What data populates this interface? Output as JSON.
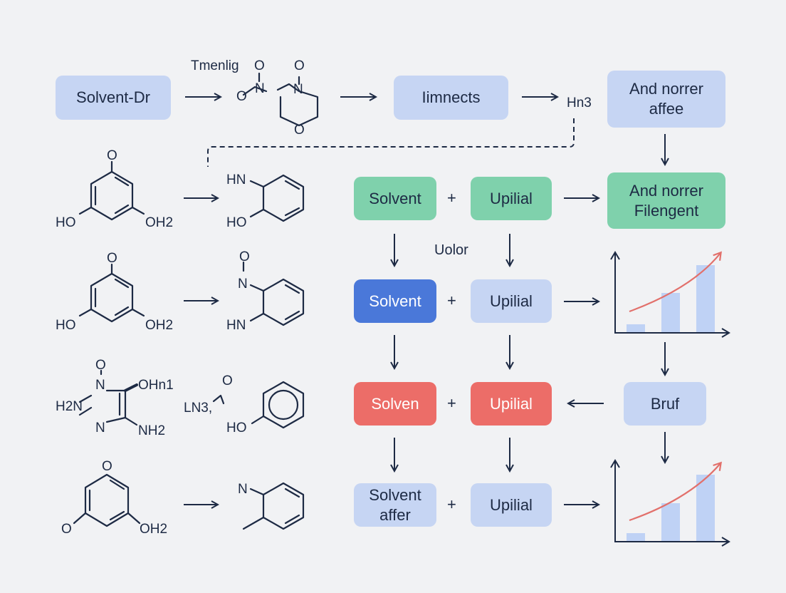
{
  "top_row": {
    "start_label": "Solvent-Dr",
    "reagent_note": "Tmenlig",
    "step_box": "Iimnects",
    "product_label": "Hn3",
    "final_box": "And norrer\naffee"
  },
  "mid_label": "Uolor",
  "plus_sign": "+",
  "rows": [
    {
      "left": "Solvent",
      "right": "Upilial",
      "target": "And norrer\nFilengent",
      "style": "green"
    },
    {
      "left": "Solvent",
      "right": "Upilial",
      "target": "",
      "style": "blue"
    },
    {
      "left": "Solven",
      "right": "Upilial",
      "target": "Bruf",
      "style": "red"
    },
    {
      "left": "Solvent\naffer",
      "right": "Upilial",
      "target": "",
      "style": "light"
    }
  ],
  "molecules": {
    "top_mid": {
      "atoms": [
        "O",
        "O",
        "N",
        "N",
        "O",
        "O"
      ]
    },
    "row1_left": {
      "atoms": [
        "O",
        "HO",
        "OH2"
      ]
    },
    "row1_right": {
      "atoms": [
        "HN",
        "HO"
      ]
    },
    "row2_left": {
      "atoms": [
        "O",
        "HO",
        "OH2"
      ]
    },
    "row2_right": {
      "atoms": [
        "O",
        "N",
        "HN"
      ]
    },
    "row3_left": {
      "atoms": [
        "O",
        "N",
        "OHn1",
        "H2N",
        "N",
        "NH2"
      ]
    },
    "row3_reagent": {
      "atoms": [
        "LN3,",
        "O"
      ]
    },
    "row3_right": {
      "atoms": [
        "HO"
      ]
    },
    "row4_left": {
      "atoms": [
        "O",
        "O",
        "OH2"
      ]
    },
    "row4_right": {
      "atoms": [
        "N"
      ]
    }
  },
  "colors": {
    "ink": "#1d2a44",
    "light_blue": "#c6d5f3",
    "green": "#7fd1ac",
    "blue": "#4a78d9",
    "red": "#ec6d68",
    "bar": "#bfd2f5",
    "trend": "#e2706b"
  },
  "icons": [
    "arrow-right-icon",
    "arrow-down-icon",
    "arrow-left-icon",
    "bar-chart-icon",
    "trend-line-icon"
  ]
}
